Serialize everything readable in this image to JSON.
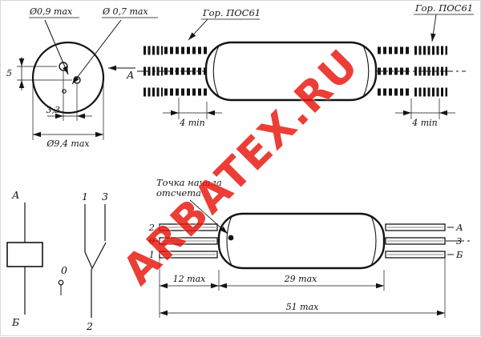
{
  "watermark": "ARBATEX.RU",
  "end_view": {
    "pin_large_dia": "Ø0,9 max",
    "pin_small_dia": "Ø 0,7 max",
    "pitch_v": "5",
    "pitch_h": "3,3",
    "body_dia": "Ø9,4 max",
    "view_label": "А"
  },
  "top_view": {
    "solder_label_left": "Гор. ПОС61",
    "solder_label_right": "Гор. ПОС61",
    "tinned_min_left": "4 min",
    "tinned_min_right": "4 min"
  },
  "schematic": {
    "terminal_top": "А",
    "terminal_bottom": "Б",
    "pin_1": "1",
    "pin_2": "2",
    "pin_3": "3",
    "pin_0": "0"
  },
  "bottom_view": {
    "ref_note_line1": "Точка начала",
    "ref_note_line2": "отсчета",
    "pins_left": [
      "2",
      "0",
      "1"
    ],
    "pins_right": [
      "А",
      "3",
      "Б"
    ],
    "dim_lead_free": "12 max",
    "dim_body_len": "29 max",
    "dim_total_len": "51 max"
  }
}
